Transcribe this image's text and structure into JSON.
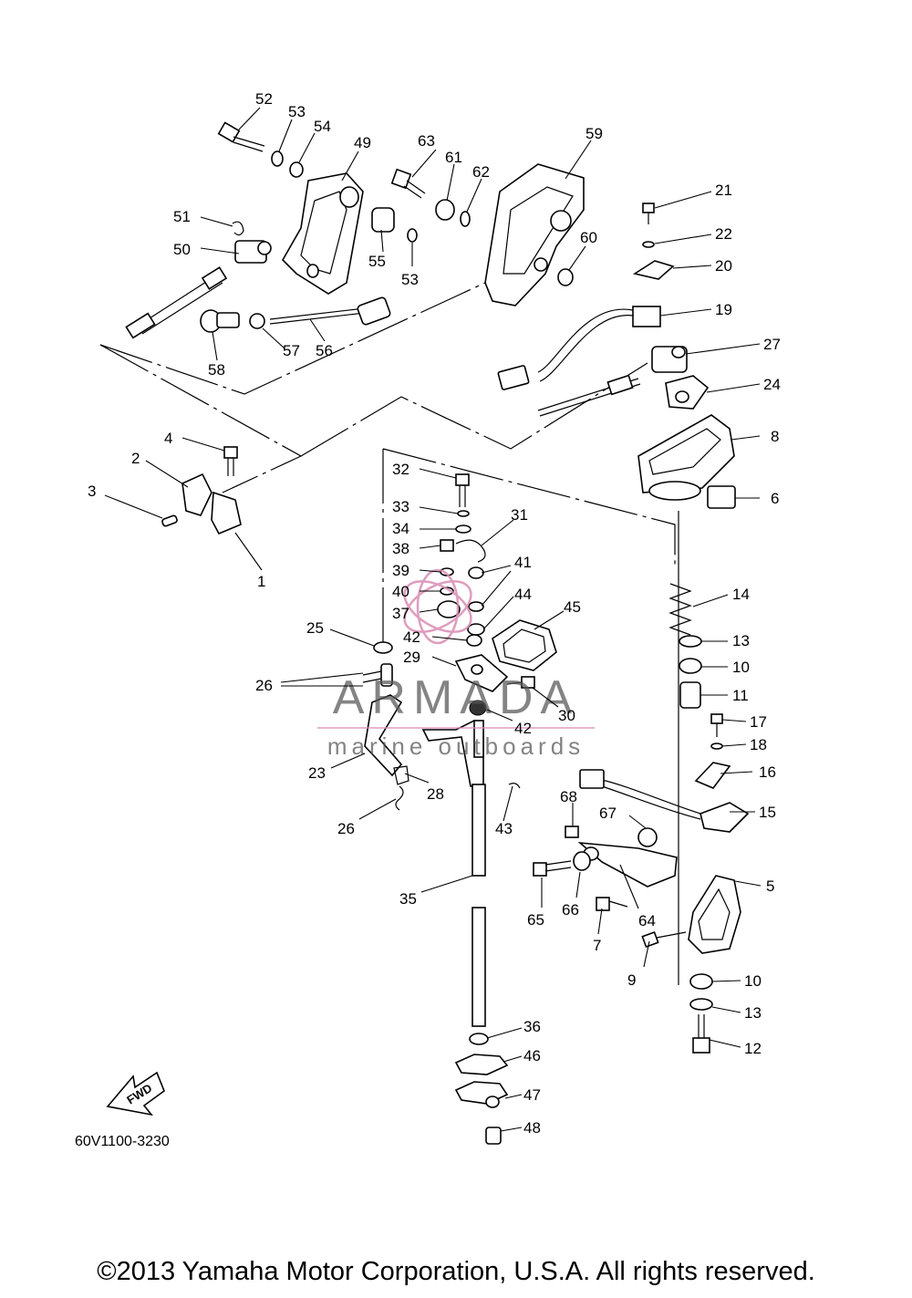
{
  "figure_code": "60V1100-3230",
  "direction_arrow_text": "FWD",
  "watermark": {
    "brand": "ARMADA",
    "tagline": "marine outboards",
    "color": "#d98cb3"
  },
  "copyright": "©2013 Yamaha Motor Corporation, U.S.A. All rights reserved.",
  "callouts": {
    "c1": "1",
    "c2": "2",
    "c3": "3",
    "c4": "4",
    "c5": "5",
    "c6": "6",
    "c7": "7",
    "c8": "8",
    "c9": "9",
    "c10a": "10",
    "c10b": "10",
    "c11": "11",
    "c12": "12",
    "c13a": "13",
    "c13b": "13",
    "c14": "14",
    "c15": "15",
    "c16": "16",
    "c17": "17",
    "c18": "18",
    "c19": "19",
    "c20": "20",
    "c21": "21",
    "c22": "22",
    "c23": "23",
    "c24": "24",
    "c25": "25",
    "c26a": "26",
    "c26b": "26",
    "c27": "27",
    "c28": "28",
    "c29": "29",
    "c30": "30",
    "c31": "31",
    "c32": "32",
    "c33": "33",
    "c34": "34",
    "c35": "35",
    "c36": "36",
    "c37": "37",
    "c38": "38",
    "c39": "39",
    "c40": "40",
    "c41": "41",
    "c42a": "42",
    "c42b": "42",
    "c43": "43",
    "c44": "44",
    "c45": "45",
    "c46": "46",
    "c47": "47",
    "c48": "48",
    "c49": "49",
    "c50": "50",
    "c51": "51",
    "c52": "52",
    "c53a": "53",
    "c53b": "53",
    "c54": "54",
    "c55": "55",
    "c56": "56",
    "c57": "57",
    "c58": "58",
    "c59": "59",
    "c60": "60",
    "c61": "61",
    "c62": "62",
    "c63": "63",
    "c64": "64",
    "c65": "65",
    "c66": "66",
    "c67": "67",
    "c68": "68"
  }
}
